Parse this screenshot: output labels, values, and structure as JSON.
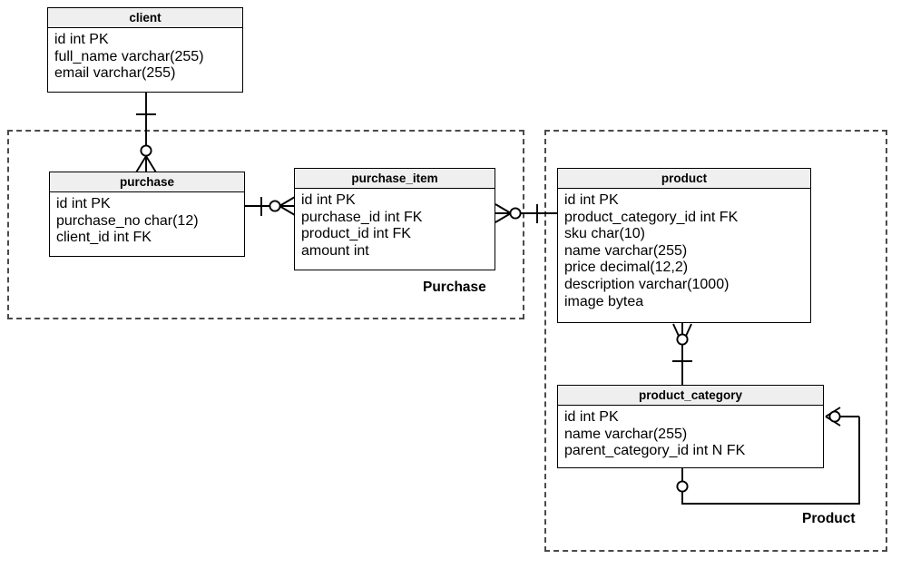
{
  "diagram": {
    "type": "entity-relationship-diagram",
    "notation": "crows-foot",
    "groups": [
      {
        "id": "purchase",
        "label": "Purchase"
      },
      {
        "id": "product",
        "label": "Product"
      }
    ],
    "entities": [
      {
        "id": "client",
        "name": "client",
        "attributes": [
          {
            "name": "id",
            "type": "int",
            "key": "PK"
          },
          {
            "name": "full_name",
            "type": "varchar(255)",
            "key": ""
          },
          {
            "name": "email",
            "type": "varchar(255)",
            "key": ""
          }
        ]
      },
      {
        "id": "purchase",
        "name": "purchase",
        "attributes": [
          {
            "name": "id",
            "type": "int",
            "key": "PK"
          },
          {
            "name": "purchase_no",
            "type": "char(12)",
            "key": ""
          },
          {
            "name": "client_id",
            "type": "int",
            "key": "FK"
          }
        ]
      },
      {
        "id": "purchase_item",
        "name": "purchase_item",
        "attributes": [
          {
            "name": "id",
            "type": "int",
            "key": "PK"
          },
          {
            "name": "purchase_id",
            "type": "int",
            "key": "FK"
          },
          {
            "name": "product_id",
            "type": "int",
            "key": "FK"
          },
          {
            "name": "amount",
            "type": "int",
            "key": ""
          }
        ]
      },
      {
        "id": "product",
        "name": "product",
        "attributes": [
          {
            "name": "id",
            "type": "int",
            "key": "PK"
          },
          {
            "name": "product_category_id",
            "type": "int",
            "key": "FK"
          },
          {
            "name": "sku",
            "type": "char(10)",
            "key": ""
          },
          {
            "name": "name",
            "type": "varchar(255)",
            "key": ""
          },
          {
            "name": "price",
            "type": "decimal(12,2)",
            "key": ""
          },
          {
            "name": "description",
            "type": "varchar(1000)",
            "key": ""
          },
          {
            "name": "image",
            "type": "bytea",
            "key": ""
          }
        ]
      },
      {
        "id": "product_category",
        "name": "product_category",
        "attributes": [
          {
            "name": "id",
            "type": "int",
            "key": "PK"
          },
          {
            "name": "name",
            "type": "varchar(255)",
            "key": ""
          },
          {
            "name": "parent_category_id",
            "type": "int",
            "key": "N FK"
          }
        ]
      }
    ],
    "relationships": [
      {
        "from": "client",
        "to": "purchase",
        "from_cardinality": "one",
        "to_cardinality": "zero-or-many"
      },
      {
        "from": "purchase",
        "to": "purchase_item",
        "from_cardinality": "one",
        "to_cardinality": "zero-or-many"
      },
      {
        "from": "product",
        "to": "purchase_item",
        "from_cardinality": "one",
        "to_cardinality": "zero-or-many"
      },
      {
        "from": "product_category",
        "to": "product",
        "from_cardinality": "one",
        "to_cardinality": "zero-or-many"
      },
      {
        "from": "product_category",
        "to": "product_category",
        "from_cardinality": "zero-or-one",
        "to_cardinality": "zero-or-many"
      }
    ],
    "colors": {
      "header_fill": "#efefef",
      "entity_fill": "#ffffff",
      "line": "#000000",
      "group_border": "#4a4a4a",
      "background": "#ffffff"
    }
  }
}
